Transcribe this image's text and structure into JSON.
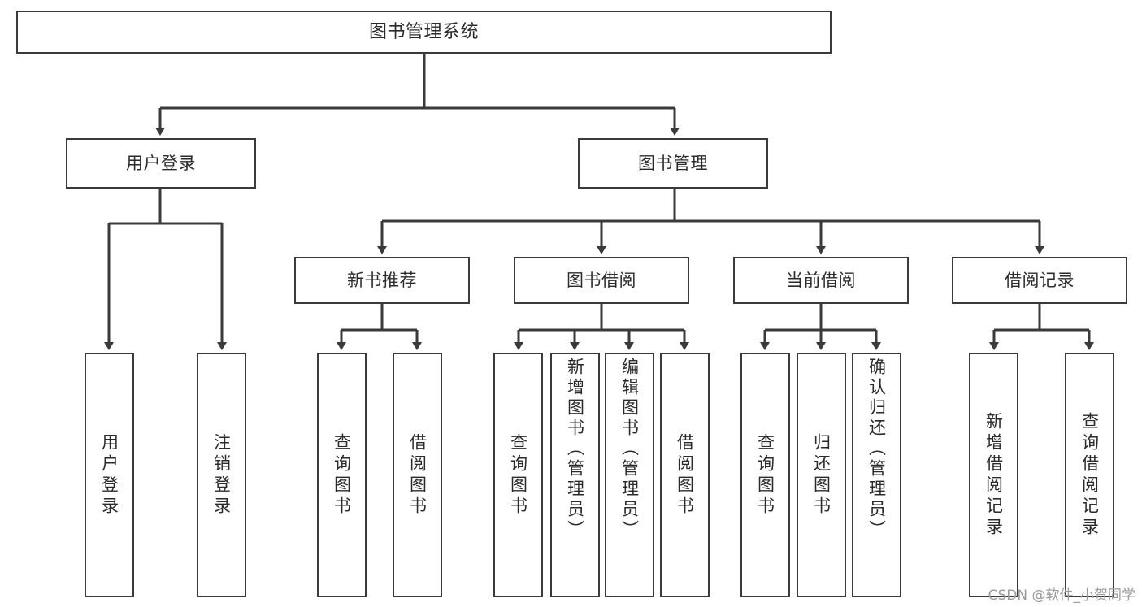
{
  "diagram": {
    "title": "图书管理系统",
    "type": "tree",
    "colors": {
      "background": "#ffffff",
      "box_border": "#3a3a3a",
      "box_fill": "#ffffff",
      "text": "#2b2b2b",
      "connector": "#3a3a3a",
      "watermark": "#9b9b9b"
    }
  },
  "watermark": {
    "text": "CSDN @软件_小贺同学"
  },
  "root": {
    "label": "图书管理系统"
  },
  "level1": [
    {
      "label": "用户登录"
    },
    {
      "label": "图书管理"
    }
  ],
  "level2": [
    {
      "label": "新书推荐"
    },
    {
      "label": "图书借阅"
    },
    {
      "label": "当前借阅"
    },
    {
      "label": "借阅记录"
    }
  ],
  "leaves": {
    "user_login": [
      {
        "label": "用户登录"
      },
      {
        "label": "注销登录"
      }
    ],
    "new_book_recommend": [
      {
        "label": "查询图书"
      },
      {
        "label": "借阅图书"
      }
    ],
    "book_borrow": [
      {
        "label": "查询图书"
      },
      {
        "label": "新增图书（管理员）"
      },
      {
        "label": "编辑图书（管理员）"
      },
      {
        "label": "借阅图书"
      }
    ],
    "current_borrow": [
      {
        "label": "查询图书"
      },
      {
        "label": "归还图书"
      },
      {
        "label": "确认归还（管理员）"
      }
    ],
    "borrow_records": [
      {
        "label": "新增借阅记录"
      },
      {
        "label": "查询借阅记录"
      }
    ]
  }
}
